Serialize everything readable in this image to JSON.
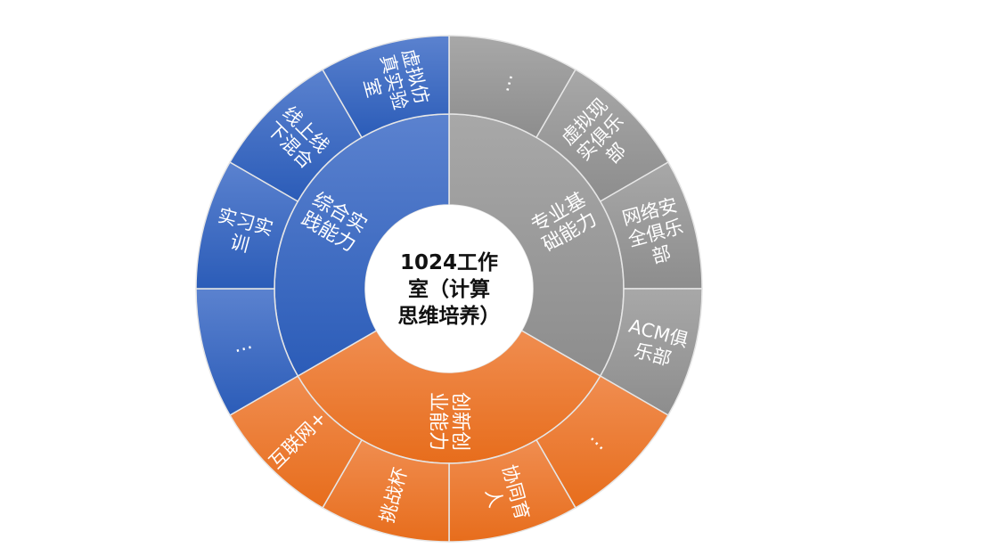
{
  "center": {
    "lines": [
      "1024工作",
      "室（计算",
      "思维培养）"
    ]
  },
  "colors": {
    "blue_top": "#5b82cf",
    "blue_bottom": "#2b5cb8",
    "gray_top": "#a8a8a8",
    "gray_bottom": "#8d8d8d",
    "orange_top": "#f08d50",
    "orange_bottom": "#e76d1c",
    "separator": "#e6e6e6"
  },
  "groups": [
    {
      "name": "专业基础能力",
      "lines": [
        "专业基",
        "础能力"
      ],
      "color": "gray",
      "children": [
        {
          "name": "…",
          "lines": [
            "…"
          ]
        },
        {
          "name": "虚拟现实俱乐部",
          "lines": [
            "虚拟现",
            "实俱乐",
            "部"
          ]
        },
        {
          "name": "网络安全俱乐部",
          "lines": [
            "网络安",
            "全俱乐",
            "部"
          ]
        },
        {
          "name": "ACM俱乐部",
          "lines": [
            "ACM俱",
            "乐部"
          ]
        }
      ]
    },
    {
      "name": "创新创业能力",
      "lines": [
        "创新创",
        "业能力"
      ],
      "color": "orange",
      "children": [
        {
          "name": "…",
          "lines": [
            "…"
          ]
        },
        {
          "name": "协同育人",
          "lines": [
            "协同育",
            "人"
          ]
        },
        {
          "name": "挑战杯",
          "lines": [
            "挑战杯"
          ]
        },
        {
          "name": "互联网+",
          "lines": [
            "互联网+"
          ]
        }
      ]
    },
    {
      "name": "综合实践能力",
      "lines": [
        "综合实",
        "践能力"
      ],
      "color": "blue",
      "children": [
        {
          "name": "…",
          "lines": [
            "…"
          ]
        },
        {
          "name": "实习实训",
          "lines": [
            "实习实",
            "训"
          ]
        },
        {
          "name": "线上线下混合",
          "lines": [
            "线上线",
            "下混合"
          ]
        },
        {
          "name": "虚拟仿真实验室",
          "lines": [
            "虚拟仿",
            "真实验",
            "室"
          ]
        }
      ]
    }
  ]
}
